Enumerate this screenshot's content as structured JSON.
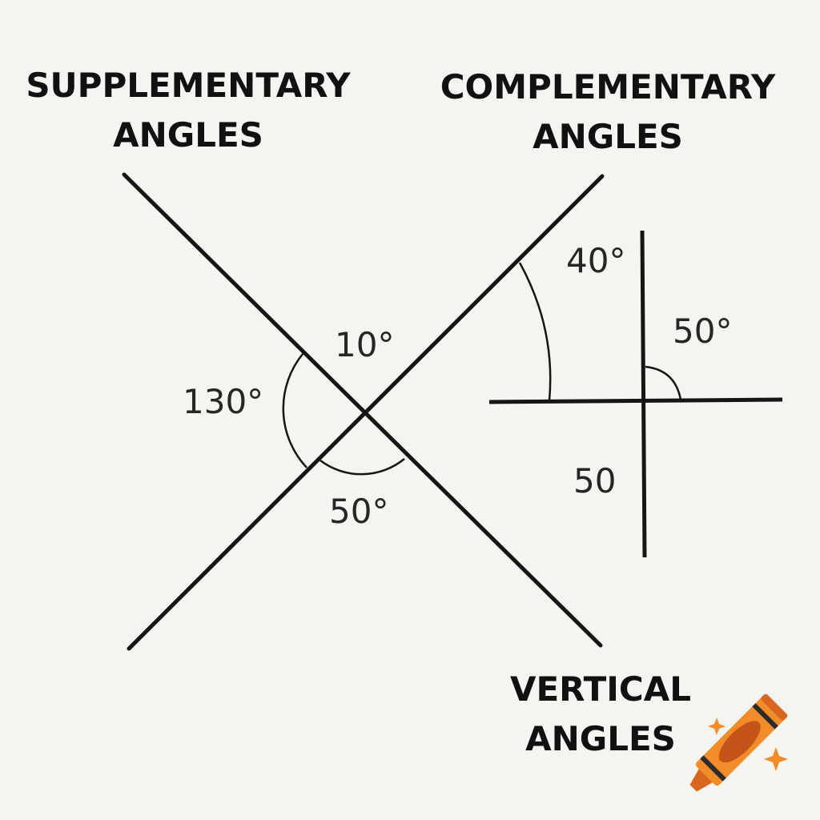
{
  "titles": {
    "supplementary": {
      "line1": "SUPPLEMENTARY",
      "line2": "ANGLES"
    },
    "complementary": {
      "line1": "COMPLEMENTARY",
      "line2": "ANGLES"
    },
    "vertical": {
      "line1": "VERTICAL",
      "line2": "ANGLES"
    }
  },
  "angle_labels": {
    "x_top": "10°",
    "x_left": "130°",
    "x_bottom": "50°",
    "cross_upper_left": "40°",
    "cross_upper_right": "50°",
    "cross_lower_left": "50"
  },
  "icons": {
    "crayon": "crayon-icon",
    "sparkles": "sparkle-icon"
  },
  "colors": {
    "background": "#f5f4f1",
    "ink": "#151515",
    "crayon_body": "#f28c28",
    "crayon_dark": "#c4541a",
    "crayon_band": "#2b2b2b",
    "sparkle": "#f28c28"
  }
}
